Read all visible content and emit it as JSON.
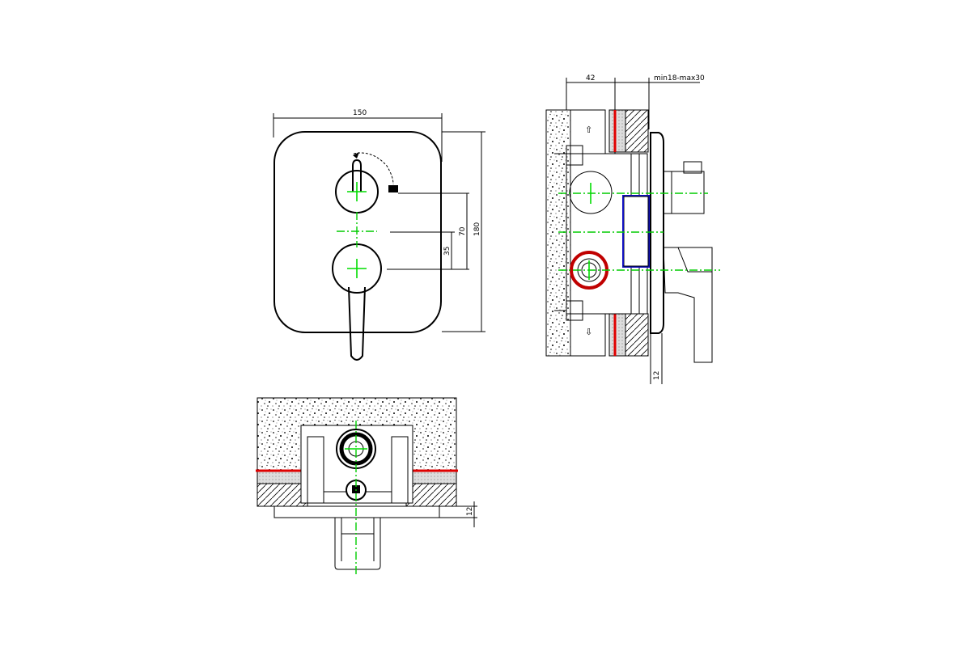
{
  "front_view": {
    "width_label": "150",
    "height_label": "180",
    "spacing_label": "70",
    "half_spacing_label": "35"
  },
  "side_view": {
    "depth_label": "42",
    "cover_range_label": "min18-max30",
    "plate_thickness_label": "12",
    "up_arrow": "⇧",
    "down_arrow": "⇩"
  },
  "bottom_view": {
    "plate_thickness_label": "12"
  },
  "colors": {
    "centerline": "#00cc00",
    "seal": "#e00000",
    "frame": "#1010c0"
  }
}
